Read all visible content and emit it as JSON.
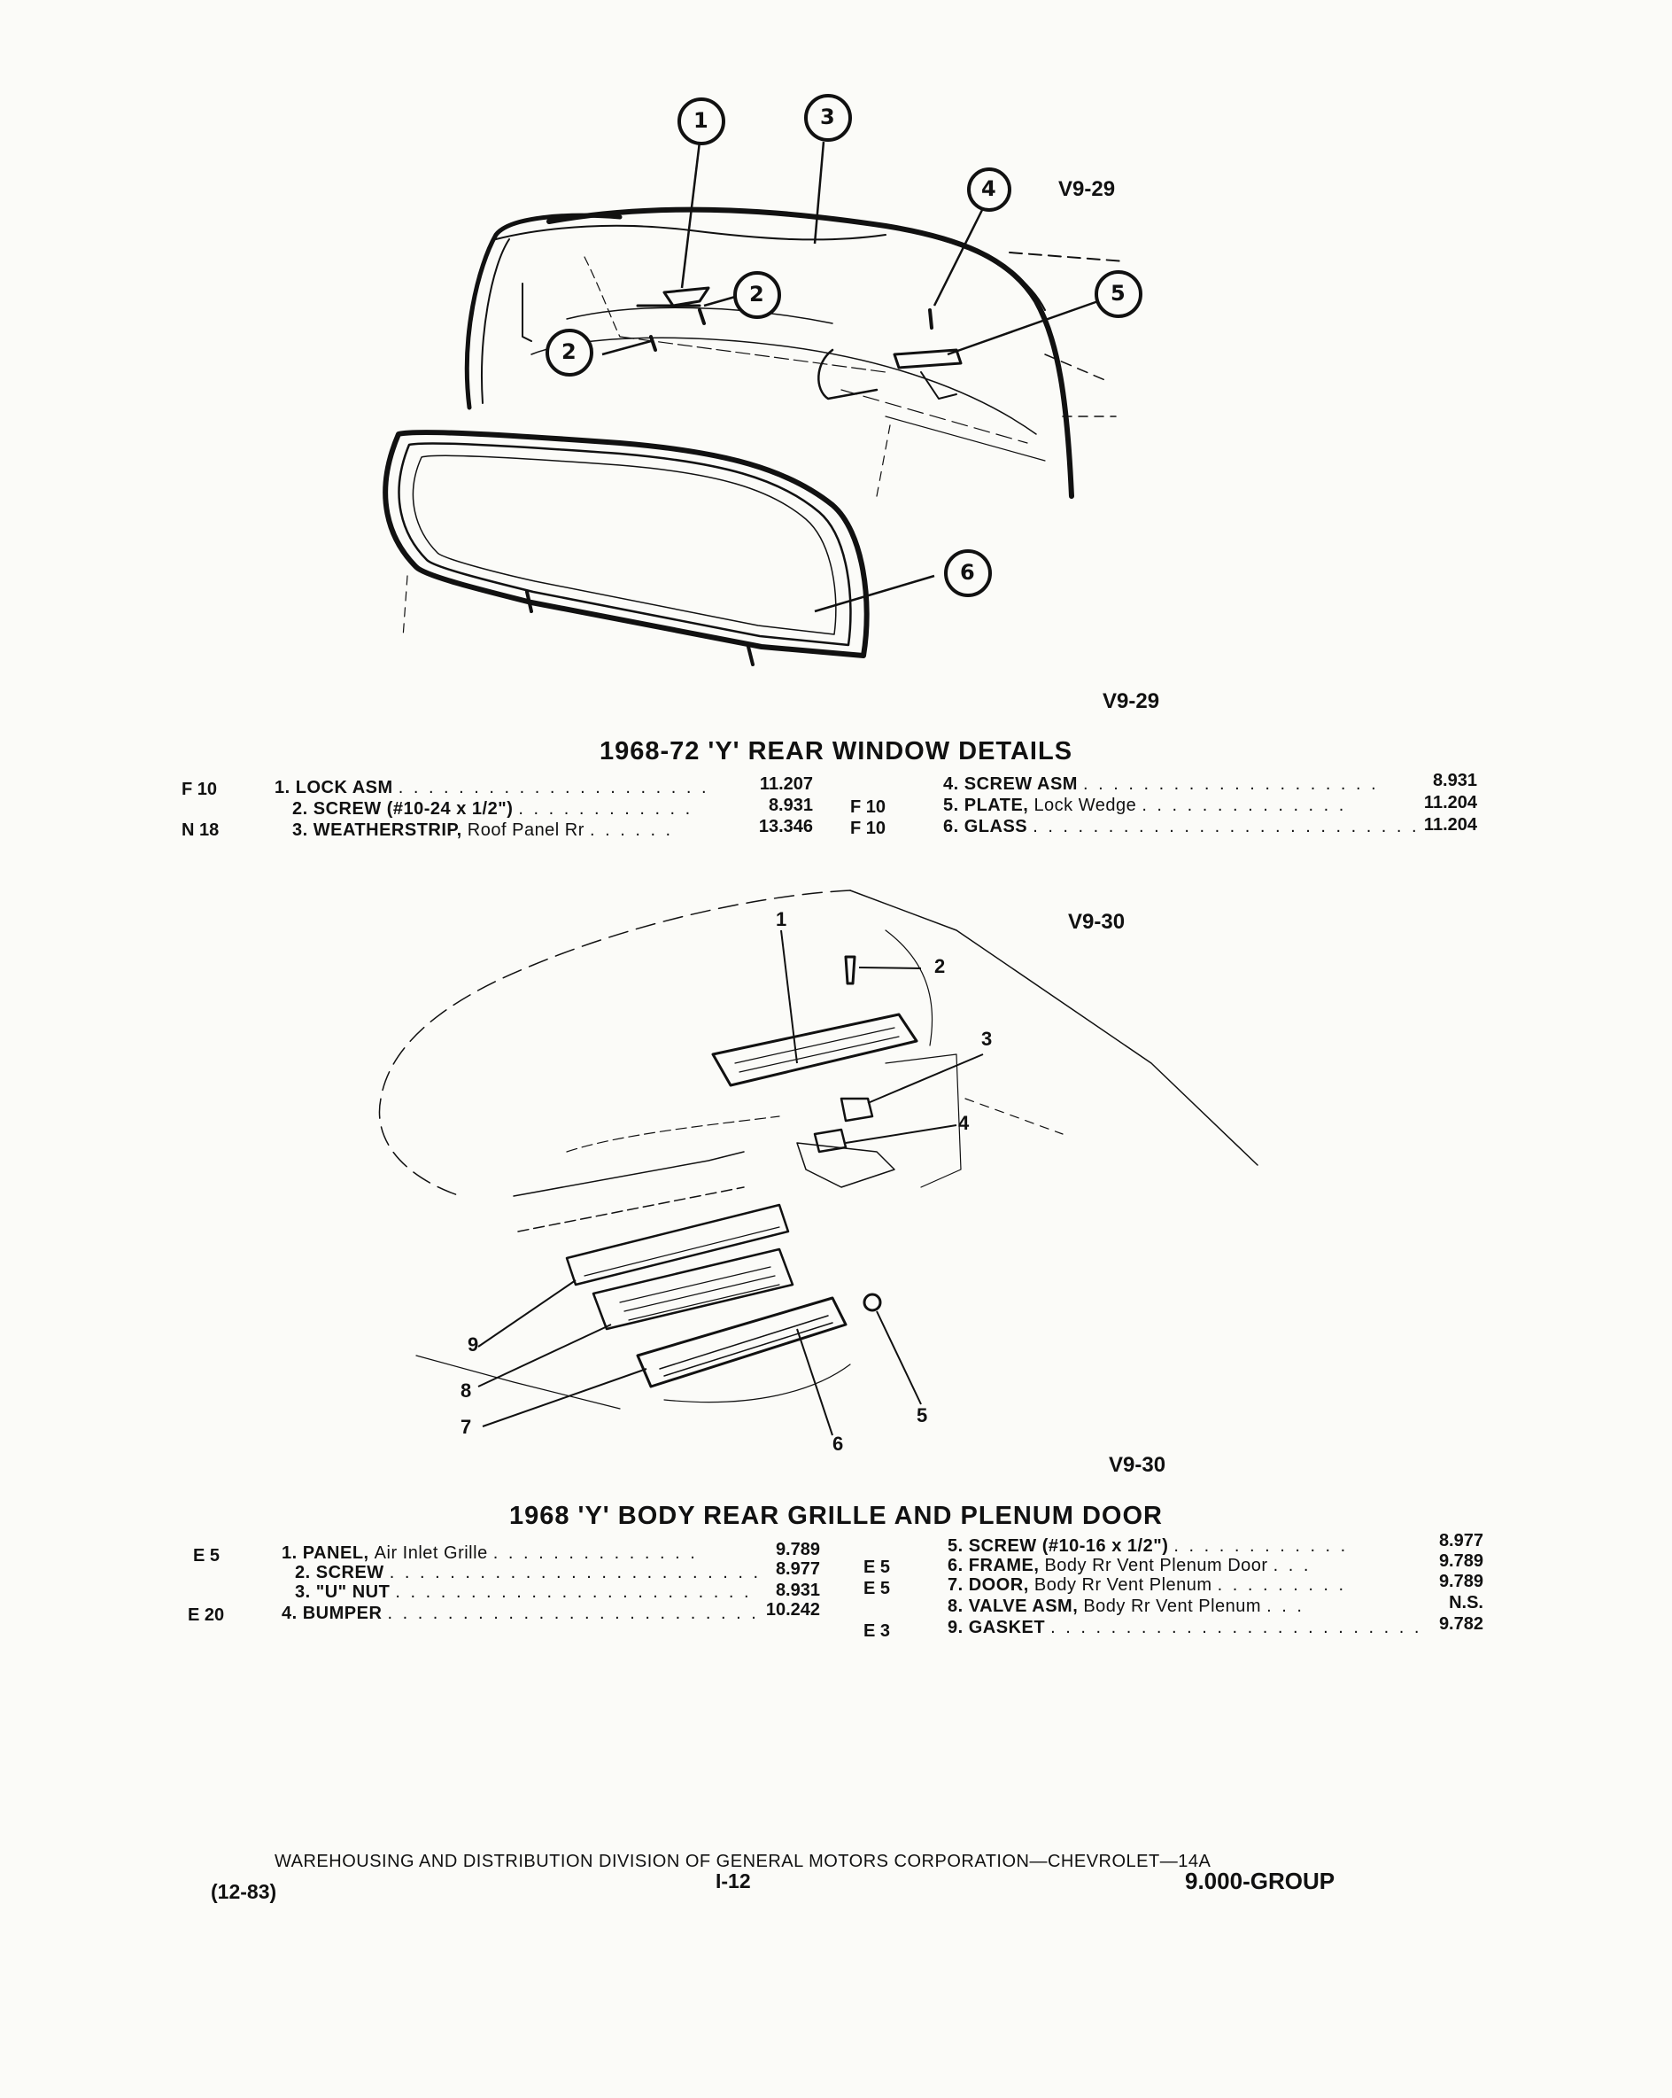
{
  "figure1": {
    "ref_top": "V9-29",
    "ref_bottom": "V9-29",
    "callouts": [
      "1",
      "2",
      "3",
      "4",
      "5",
      "2",
      "6"
    ]
  },
  "section1": {
    "title": "1968-72 'Y' REAR WINDOW DETAILS",
    "left_items": [
      {
        "code": "F 10",
        "name": "1. LOCK ASM",
        "qual": "",
        "num": "11.207"
      },
      {
        "code": "",
        "name": "2. SCREW (#10-24 x 1/2\")",
        "qual": "",
        "num": "8.931"
      },
      {
        "code": "N 18",
        "name": "3. WEATHERSTRIP,",
        "qual": "Roof Panel Rr",
        "num": "13.346"
      }
    ],
    "right_items": [
      {
        "code": "",
        "name": "4. SCREW ASM",
        "qual": "",
        "num": "8.931"
      },
      {
        "code": "F 10",
        "name": "5. PLATE,",
        "qual": "Lock Wedge",
        "num": "11.204"
      },
      {
        "code": "F 10",
        "name": "6. GLASS",
        "qual": "",
        "num": "11.204"
      }
    ]
  },
  "figure2": {
    "ref_top": "V9-30",
    "ref_bottom": "V9-30",
    "callouts": [
      "1",
      "2",
      "3",
      "4",
      "5",
      "6",
      "7",
      "8",
      "9"
    ]
  },
  "section2": {
    "title": "1968 'Y' BODY REAR GRILLE AND PLENUM DOOR",
    "left_items": [
      {
        "code": "E 5",
        "name": "1. PANEL,",
        "qual": "Air Inlet Grille",
        "num": "9.789"
      },
      {
        "code": "",
        "name": "2. SCREW",
        "qual": "",
        "num": "8.977"
      },
      {
        "code": "",
        "name": "3. \"U\" NUT",
        "qual": "",
        "num": "8.931"
      },
      {
        "code": "E 20",
        "name": "4. BUMPER",
        "qual": "",
        "num": "10.242"
      }
    ],
    "right_items": [
      {
        "code": "",
        "name": "5. SCREW (#10-16 x 1/2\")",
        "qual": "",
        "num": "8.977"
      },
      {
        "code": "E 5",
        "name": "6. FRAME,",
        "qual": "Body Rr Vent Plenum Door",
        "num": "9.789"
      },
      {
        "code": "E 5",
        "name": "7. DOOR,",
        "qual": "Body Rr Vent Plenum",
        "num": "9.789"
      },
      {
        "code": "",
        "name": "8. VALVE ASM,",
        "qual": "Body Rr Vent Plenum",
        "num": "N.S."
      },
      {
        "code": "E 3",
        "name": "9. GASKET",
        "qual": "",
        "num": "9.782"
      }
    ]
  },
  "footer": {
    "division": "WAREHOUSING AND DISTRIBUTION DIVISION OF GENERAL MOTORS CORPORATION—CHEVROLET—14A",
    "date": "(12-83)",
    "page": "I-12",
    "group": "9.000-GROUP"
  }
}
